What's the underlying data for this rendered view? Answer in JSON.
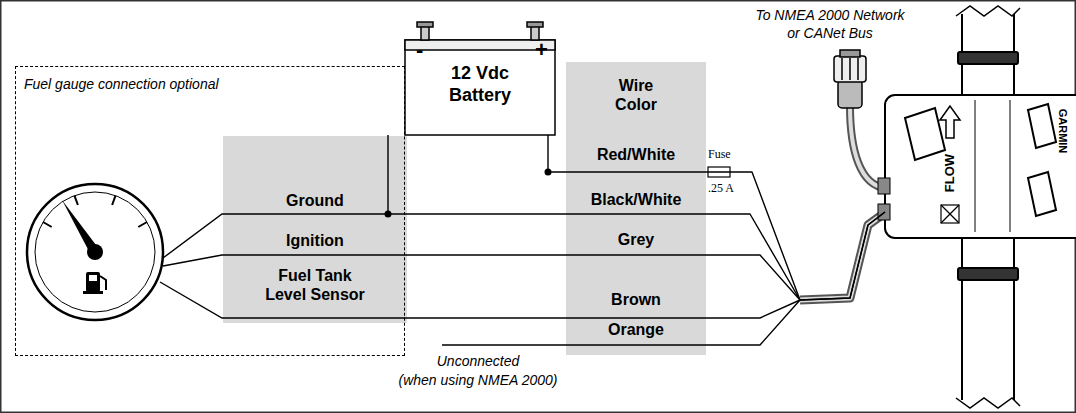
{
  "diagram": {
    "nodes": [
      {
        "text": [
          "Fuel gauge connection optional"
        ]
      },
      {
        "text": [
          "Ground",
          "Ignition",
          "Fuel Tank Level Sensor"
        ],
        "in": 0
      },
      {
        "text": [
          "12 Vdc Battery"
        ]
      },
      {
        "text": [
          "Wire Color",
          "Red/White",
          "Black/White",
          "Grey",
          "Brown",
          "Orange"
        ]
      },
      {
        "text": [
          "FLOW",
          "GARMIN"
        ]
      }
    ],
    "edges": [
      {
        "from": 2,
        "to": 4,
        "arrow": "none"
      },
      {
        "from": 2,
        "to": 4,
        "arrow": "none"
      }
    ],
    "labels": [
      "-",
      "+",
      "Fuse",
      ".25 A",
      "To NMEA 2000 Network",
      "or CANet Bus",
      "Unconnected",
      "(when using NMEA 2000)"
    ]
  }
}
